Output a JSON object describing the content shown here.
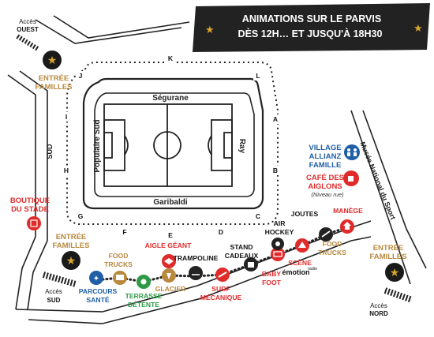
{
  "banner": {
    "line1": "ANIMATIONS SUR LE PARVIS",
    "line2": "DÈS 12H… ET JUSQU'À 18H30"
  },
  "stands": {
    "north": "Ségurane",
    "south": "Garibaldi",
    "west": "Populaire Sud",
    "east": "Ray"
  },
  "zones": {
    "sud": "SUD",
    "musee": "Musée National du Sport"
  },
  "gates": {
    "K": "K",
    "L": "L",
    "A": "A",
    "B": "B",
    "C": "C",
    "D": "D",
    "E": "E",
    "F": "F",
    "G": "G",
    "H": "H",
    "I": "I",
    "J": "J"
  },
  "access": {
    "ouest_l1": "Accès",
    "ouest_l2": "OUEST",
    "sud_l1": "Accès",
    "sud_l2": "SUD",
    "nord_l1": "Accès",
    "nord_l2": "NORD"
  },
  "entrances": {
    "ouest_l1": "ENTRÉE",
    "ouest_l2": "FAMILLES",
    "sud_l1": "ENTRÉE",
    "sud_l2": "FAMILLES",
    "nord_l1": "ENTRÉE",
    "nord_l2": "FAMILLES"
  },
  "pois": {
    "boutique_l1": "BOUTIQUE",
    "boutique_l2": "DU STADE",
    "village_l1": "VILLAGE",
    "village_l2": "ALLIANZ",
    "village_l3": "FAMILLE",
    "cafe_l1": "CAFÉ DES",
    "cafe_l2": "AIGLONS",
    "cafe_note": "(Niveau rue)",
    "parcours_l1": "PARCOURS",
    "parcours_l2": "SANTÉ",
    "foodtrucks1_l1": "FOOD",
    "foodtrucks1_l2": "TRUCKS",
    "aigle": "AIGLE GÉANT",
    "terrasse_l1": "TERRASSE",
    "terrasse_l2": "DÉTENTE",
    "glacier": "GLACIER",
    "trampoline": "TRAMPOLINE",
    "surf_l1": "SURF",
    "surf_l2": "MÉCANIQUE",
    "stand_l1": "STAND",
    "stand_l2": "CADEAUX",
    "baby_l1": "BABY",
    "baby_l2": "FOOT",
    "air_l1": "AIR",
    "air_l2": "HOCKEY",
    "scene_l1": "SCÈNE",
    "scene_l2": "émotion",
    "scene_radio": "radio",
    "joutes": "JOUTES",
    "manege": "MANÈGE",
    "foodtrucks2_l1": "FOOD",
    "foodtrucks2_l2": "TRUCKS"
  },
  "colors": {
    "red": "#e02b2b",
    "gold": "#b8893e",
    "blue": "#1f5fa8",
    "green": "#2e9a47",
    "dark": "#1a1a1a",
    "banner": "#222222",
    "star": "#d9a52b"
  }
}
